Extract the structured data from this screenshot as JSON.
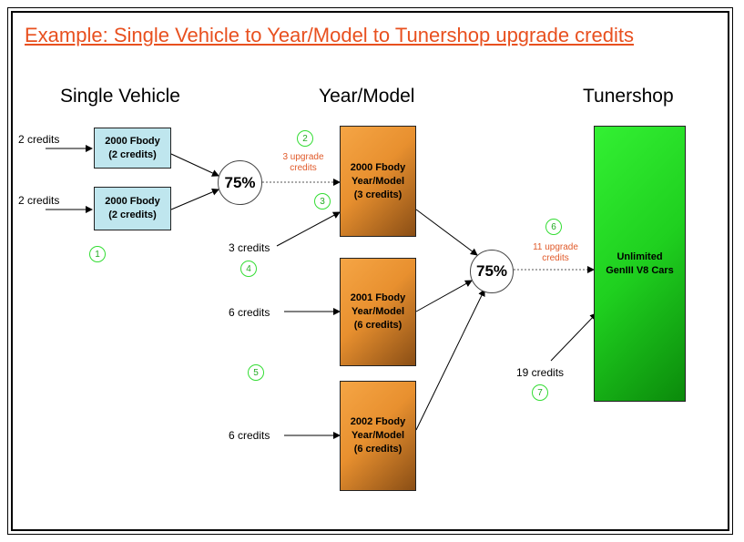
{
  "title": "Example: Single Vehicle to Year/Model to Tunershop upgrade credits",
  "columns": {
    "single": "Single Vehicle",
    "yearmodel": "Year/Model",
    "tunershop": "Tunershop"
  },
  "single_boxes": [
    {
      "line1": "2000 Fbody",
      "line2": "(2 credits)"
    },
    {
      "line1": "2000 Fbody",
      "line2": "(2 credits)"
    }
  ],
  "year_boxes": [
    {
      "text": "2000 Fbody\nYear/Model\n(3 credits)"
    },
    {
      "text": "2001 Fbody\nYear/Model\n(6 credits)"
    },
    {
      "text": "2002 Fbody\nYear/Model\n(6 credits)"
    }
  ],
  "tuner_box": "Unlimited\nGenIII V8 Cars",
  "percent_1": "75%",
  "percent_2": "75%",
  "credit_labels": {
    "single_a": "2 credits",
    "single_b": "2 credits",
    "year_a": "3 credits",
    "year_b": "6 credits",
    "year_c": "6 credits",
    "tuner": "19 credits"
  },
  "upgrade_labels": {
    "first": "3 upgrade\ncredits",
    "second": "11 upgrade\ncredits"
  },
  "badges": [
    "1",
    "2",
    "3",
    "4",
    "5",
    "6",
    "7"
  ],
  "colors": {
    "title": "#e8501f",
    "upgrade_text": "#e05a2a",
    "badge": "#33dd33",
    "blue_box": "#bfe6ee",
    "orange_box": "#e8902f",
    "green_box": "#1fd01f"
  }
}
